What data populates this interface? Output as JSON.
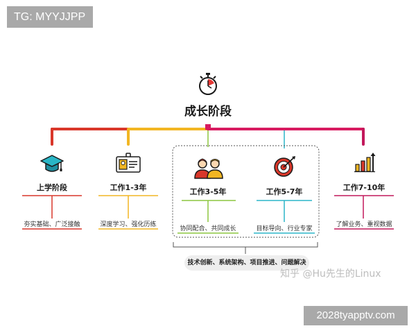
{
  "badges": {
    "tg": "TG: MYYJJPP",
    "site": "2028tyapptv.com"
  },
  "diagram": {
    "title": "成长阶段",
    "stages": [
      {
        "title": "上学阶段",
        "desc": "夯实基础、广泛接触",
        "icon": "graduation-cap-icon",
        "color": "#d9372a"
      },
      {
        "title": "工作1-3年",
        "desc": "深度学习、强化历练",
        "icon": "id-badge-icon",
        "color": "#f2b623"
      },
      {
        "title": "工作3-5年",
        "desc": "协同配合、共同成长",
        "icon": "team-people-icon",
        "color": "#8cc63e"
      },
      {
        "title": "工作5-7年",
        "desc": "目标导向、行业专家",
        "icon": "target-icon",
        "color": "#2bb5c8"
      },
      {
        "title": "工作7-10年",
        "desc": "了解业务、重视数据",
        "icon": "growth-chart-icon",
        "color": "#c2185b"
      }
    ],
    "skills": "技术创新、系统架构、项目推进、问题解决",
    "top_icon": "stopwatch-icon"
  },
  "watermark": "知乎 @Hu先生的Linux",
  "colors": {
    "red": "#d9372a",
    "orange": "#ef7d22",
    "yellow": "#f2b623",
    "magenta": "#d81b60",
    "green": "#8cc63e",
    "cyan": "#2bb5c8",
    "purple": "#c2185b"
  }
}
